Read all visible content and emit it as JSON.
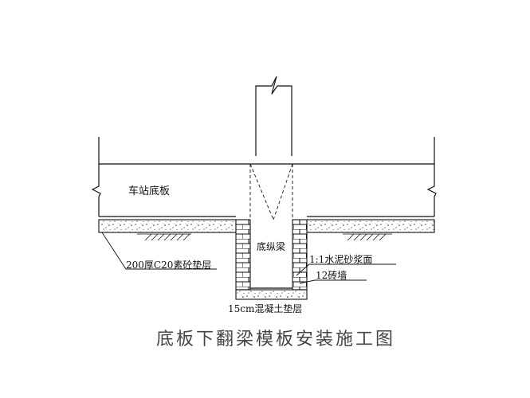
{
  "labels": {
    "station_slab": "车站底板",
    "longitudinal_beam": "底纵梁",
    "cushion_layer": "200厚C20素砼垫层",
    "mortar_surface": "1:1水泥砂浆面",
    "brick_wall": "12砖墙",
    "concrete_bottom": "15cm混凝土垫层"
  },
  "title": "底板下翻梁模板安装施工图",
  "colors": {
    "line": "#111111",
    "title": "#444444",
    "background": "#ffffff"
  }
}
